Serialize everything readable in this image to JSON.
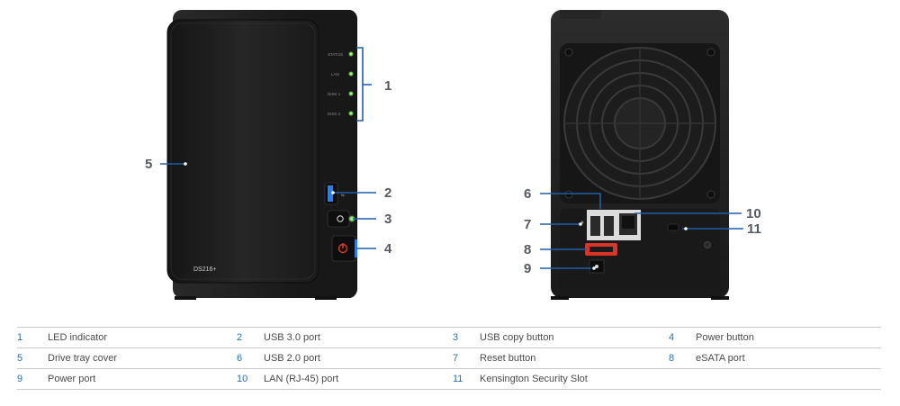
{
  "front": {
    "model": "DS216+",
    "led_labels": [
      "STATUS",
      "LAN",
      "DISK 1",
      "DISK 2"
    ]
  },
  "callouts": [
    "1",
    "2",
    "3",
    "4",
    "5",
    "6",
    "7",
    "8",
    "9",
    "10",
    "11"
  ],
  "legend": [
    {
      "num": "1",
      "label": "LED indicator"
    },
    {
      "num": "2",
      "label": "USB 3.0 port"
    },
    {
      "num": "3",
      "label": "USB copy button"
    },
    {
      "num": "4",
      "label": "Power button"
    },
    {
      "num": "5",
      "label": "Drive tray cover"
    },
    {
      "num": "6",
      "label": "USB 2.0 port"
    },
    {
      "num": "7",
      "label": "Reset button"
    },
    {
      "num": "8",
      "label": "eSATA port"
    },
    {
      "num": "9",
      "label": "Power port"
    },
    {
      "num": "10",
      "label": "LAN (RJ-45) port"
    },
    {
      "num": "11",
      "label": "Kensington Security Slot"
    }
  ],
  "colors": {
    "callout_line": "#1f5fa8",
    "led_green": "#7de35a",
    "usb3_blue": "#2f7fe0",
    "power_red": "#e03a2a",
    "esata_red": "#d8352a",
    "body": "#1d1d1d"
  }
}
